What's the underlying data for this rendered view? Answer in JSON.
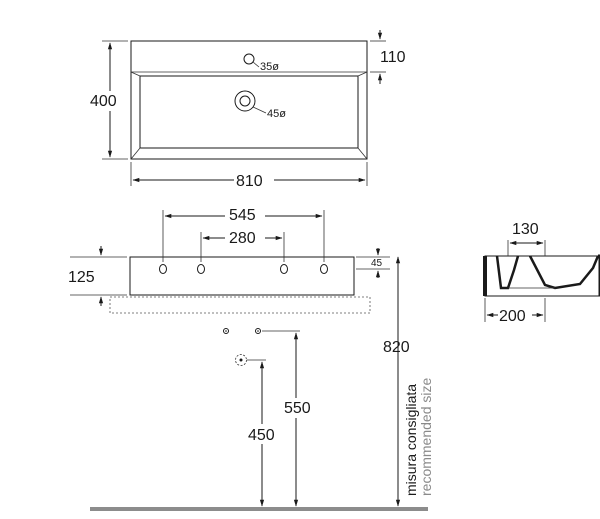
{
  "top_view": {
    "width_dim": "810",
    "depth_dim": "400",
    "rim_dim": "110",
    "tap_hole_dim": "35ø",
    "drain_dim": "45ø"
  },
  "front_view": {
    "outer_holes_dim": "545",
    "inner_holes_dim": "280",
    "height_dim": "125",
    "hole_height_dim": "45"
  },
  "side_view": {
    "top_dim": "130",
    "bottom_dim": "200"
  },
  "installation": {
    "total_height_dim": "820",
    "waste_height_dim": "550",
    "trap_height_dim": "450",
    "recommended_it": "misura consigliata",
    "recommended_en": "recommended size"
  },
  "colors": {
    "line": "#1a1a1a",
    "floor": "#8c8c8c",
    "grey_text": "#8a8a8a"
  }
}
